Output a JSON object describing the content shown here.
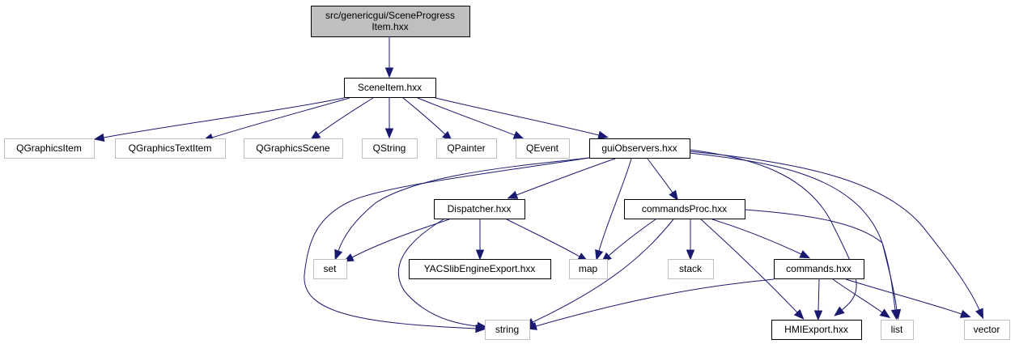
{
  "diagram": {
    "type": "include-dependency-graph",
    "colors": {
      "edge": "#191970",
      "root_fill": "#bfbfbf",
      "documented_border": "#000000",
      "external_border": "#bfbfbf"
    },
    "nodes": {
      "root": {
        "lines": [
          "src/genericgui/SceneProgress",
          "Item.hxx"
        ],
        "kind": "root"
      },
      "sceneitem": {
        "lines": [
          "SceneItem.hxx"
        ],
        "kind": "documented"
      },
      "qgraphicsitem": {
        "lines": [
          "QGraphicsItem"
        ],
        "kind": "external"
      },
      "qgraphicstextitem": {
        "lines": [
          "QGraphicsTextItem"
        ],
        "kind": "external"
      },
      "qgraphicsscene": {
        "lines": [
          "QGraphicsScene"
        ],
        "kind": "external"
      },
      "qstring": {
        "lines": [
          "QString"
        ],
        "kind": "external"
      },
      "qpainter": {
        "lines": [
          "QPainter"
        ],
        "kind": "external"
      },
      "qevent": {
        "lines": [
          "QEvent"
        ],
        "kind": "external"
      },
      "guiobservers": {
        "lines": [
          "guiObservers.hxx"
        ],
        "kind": "documented"
      },
      "dispatcher": {
        "lines": [
          "Dispatcher.hxx"
        ],
        "kind": "documented"
      },
      "commandsproc": {
        "lines": [
          "commandsProc.hxx"
        ],
        "kind": "documented"
      },
      "set": {
        "lines": [
          "set"
        ],
        "kind": "external"
      },
      "yacslibengineexport": {
        "lines": [
          "YACSlibEngineExport.hxx"
        ],
        "kind": "documented"
      },
      "map": {
        "lines": [
          "map"
        ],
        "kind": "external"
      },
      "stack": {
        "lines": [
          "stack"
        ],
        "kind": "external"
      },
      "commands": {
        "lines": [
          "commands.hxx"
        ],
        "kind": "documented"
      },
      "string": {
        "lines": [
          "string"
        ],
        "kind": "external"
      },
      "hmiexport": {
        "lines": [
          "HMIExport.hxx"
        ],
        "kind": "documented"
      },
      "list": {
        "lines": [
          "list"
        ],
        "kind": "external"
      },
      "vector": {
        "lines": [
          "vector"
        ],
        "kind": "external"
      }
    },
    "edges": [
      {
        "from": "root",
        "to": "sceneitem"
      },
      {
        "from": "sceneitem",
        "to": "qgraphicsitem"
      },
      {
        "from": "sceneitem",
        "to": "qgraphicstextitem"
      },
      {
        "from": "sceneitem",
        "to": "qgraphicsscene"
      },
      {
        "from": "sceneitem",
        "to": "qstring"
      },
      {
        "from": "sceneitem",
        "to": "qpainter"
      },
      {
        "from": "sceneitem",
        "to": "qevent"
      },
      {
        "from": "sceneitem",
        "to": "guiobservers"
      },
      {
        "from": "guiobservers",
        "to": "dispatcher"
      },
      {
        "from": "guiobservers",
        "to": "commandsproc"
      },
      {
        "from": "guiobservers",
        "to": "set"
      },
      {
        "from": "guiobservers",
        "to": "map"
      },
      {
        "from": "guiobservers",
        "to": "string"
      },
      {
        "from": "guiobservers",
        "to": "hmiexport"
      },
      {
        "from": "guiobservers",
        "to": "list"
      },
      {
        "from": "guiobservers",
        "to": "vector"
      },
      {
        "from": "dispatcher",
        "to": "set"
      },
      {
        "from": "dispatcher",
        "to": "yacslibengineexport"
      },
      {
        "from": "dispatcher",
        "to": "map"
      },
      {
        "from": "dispatcher",
        "to": "string"
      },
      {
        "from": "commandsproc",
        "to": "map"
      },
      {
        "from": "commandsproc",
        "to": "stack"
      },
      {
        "from": "commandsproc",
        "to": "commands"
      },
      {
        "from": "commandsproc",
        "to": "string"
      },
      {
        "from": "commandsproc",
        "to": "hmiexport"
      },
      {
        "from": "commandsproc",
        "to": "list"
      },
      {
        "from": "commands",
        "to": "string"
      },
      {
        "from": "commands",
        "to": "hmiexport"
      },
      {
        "from": "commands",
        "to": "list"
      },
      {
        "from": "commands",
        "to": "vector"
      }
    ]
  }
}
